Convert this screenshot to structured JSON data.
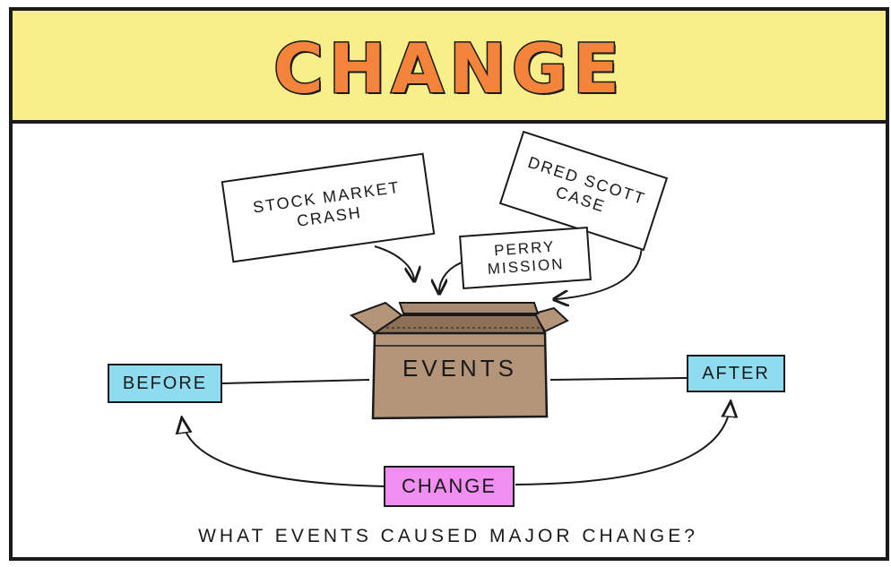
{
  "title": "CHANGE",
  "events_box_label": "EVENTS",
  "notes": {
    "stock_market_crash": "STOCK MARKET CRASH",
    "dred_scott_case": "DRED SCOTT CASE",
    "perry_mission": "PERRY MISSION"
  },
  "labels": {
    "before": "BEFORE",
    "after": "AFTER",
    "change": "CHANGE"
  },
  "question": "WHAT EVENTS CAUSED MAJOR CHANGE?",
  "colors": {
    "banner": "#f8ef8a",
    "title": "#f4843c",
    "box": "#b5957a",
    "before_after": "#8fdcf0",
    "change": "#f08ef2"
  }
}
